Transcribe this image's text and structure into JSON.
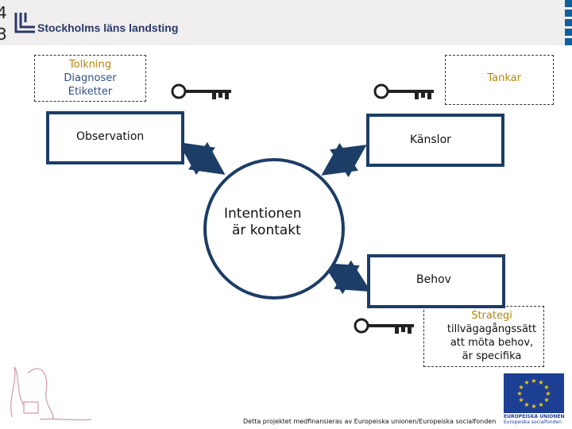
{
  "header": {
    "edge_numbers": [
      "4",
      "3"
    ],
    "logo_text": "Stockholms läns landsting"
  },
  "boxes": {
    "tolkning": {
      "title": "Tolkning",
      "lines": [
        "Diagnoser",
        "Etiketter"
      ]
    },
    "tankar": {
      "title": "Tankar"
    },
    "observation": {
      "label": "Observation"
    },
    "kanslor": {
      "label": "Känslor"
    },
    "behov": {
      "label": "Behov"
    },
    "strategi": {
      "title": "Strategi",
      "lines": [
        "tillvägagångssätt",
        "att möta behov,",
        "är specifika"
      ]
    }
  },
  "center": {
    "lines": [
      "Intentionen",
      "är kontakt"
    ]
  },
  "footer": {
    "text": "Detta projektet medfinansieras av Europeiska unionen/Europeiska socialfonden"
  },
  "eu_logo": {
    "caption_1": "EUROPEISKA UNIONEN",
    "caption_2": "Europeiska socialfonden"
  },
  "colors": {
    "accent": "#1c3d66",
    "title_gold": "#b8860b",
    "subtitle_blue": "#2f4f7f",
    "header_bg": "#f0eeee",
    "eu_blue": "#1d3f93"
  },
  "icons": [
    "key-icon",
    "double-arrow-icon",
    "sll-logo-icon",
    "eu-flag-icon",
    "signature-drawing-icon"
  ]
}
